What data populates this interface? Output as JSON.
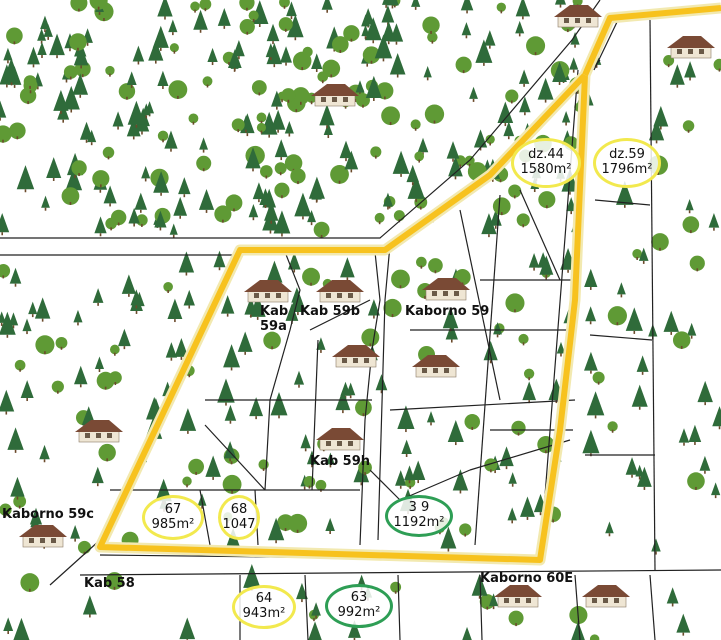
{
  "colors": {
    "road": "#f7c21e",
    "road_edge": "#f2e9b0",
    "boundary": "#222222",
    "tree_dark": "#2f6b3a",
    "tree_light": "#5f9a35",
    "oval_yellow": "#f2e94e",
    "oval_green": "#2e9e55",
    "house_roof": "#7a4a35",
    "house_wall": "#efe6d4"
  },
  "labels": {
    "kab59a_line1": "Kab",
    "kab59a_line2": "59a",
    "kab59b": "Kab 59b",
    "kaborno59": "Kaborno 59",
    "kab59h": "Kab 59h",
    "kaborno59c": "Kaborno 59c",
    "kab58": "Kab 58",
    "kaborno60e": "Kaborno 60E"
  },
  "plots": {
    "dz44": {
      "line1": "dz.44",
      "line2": "1580m²"
    },
    "dz59": {
      "line1": "dz.59",
      "line2": "1796m²"
    },
    "p67": {
      "line1": "67",
      "line2": "985m²"
    },
    "p68": {
      "line1": "68",
      "line2": "1047"
    },
    "p39": {
      "line1": "3 9",
      "line2": "1192m²"
    },
    "p64": {
      "line1": "64",
      "line2": "943m²"
    },
    "p63": {
      "line1": "63",
      "line2": "992m²"
    }
  },
  "icons": [
    "tree-icon",
    "house-icon"
  ]
}
